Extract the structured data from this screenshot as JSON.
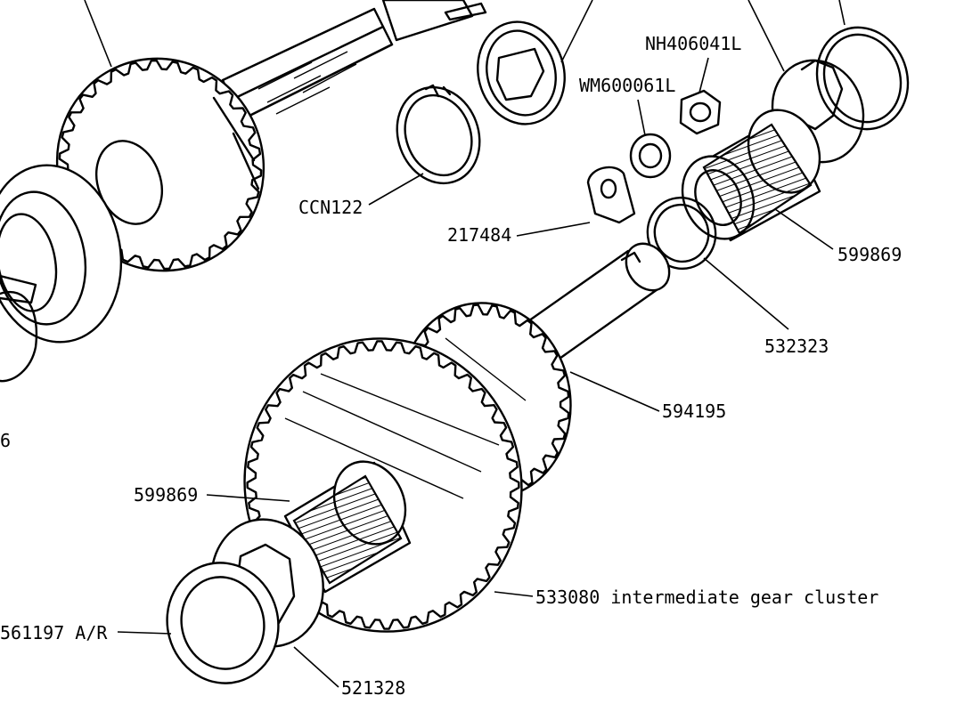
{
  "labels": {
    "nh406041l": "NH406041L",
    "wm600061l": "WM600061L",
    "ccn122": "CCN122",
    "p217484": "217484",
    "p599869_top": "599869",
    "p532323": "532323",
    "p594195": "594195",
    "p599869_left": "599869",
    "p533080": "533080 intermediate gear cluster",
    "p561197": "561197 A/R",
    "p521328": "521328",
    "edge_digit": "6"
  }
}
